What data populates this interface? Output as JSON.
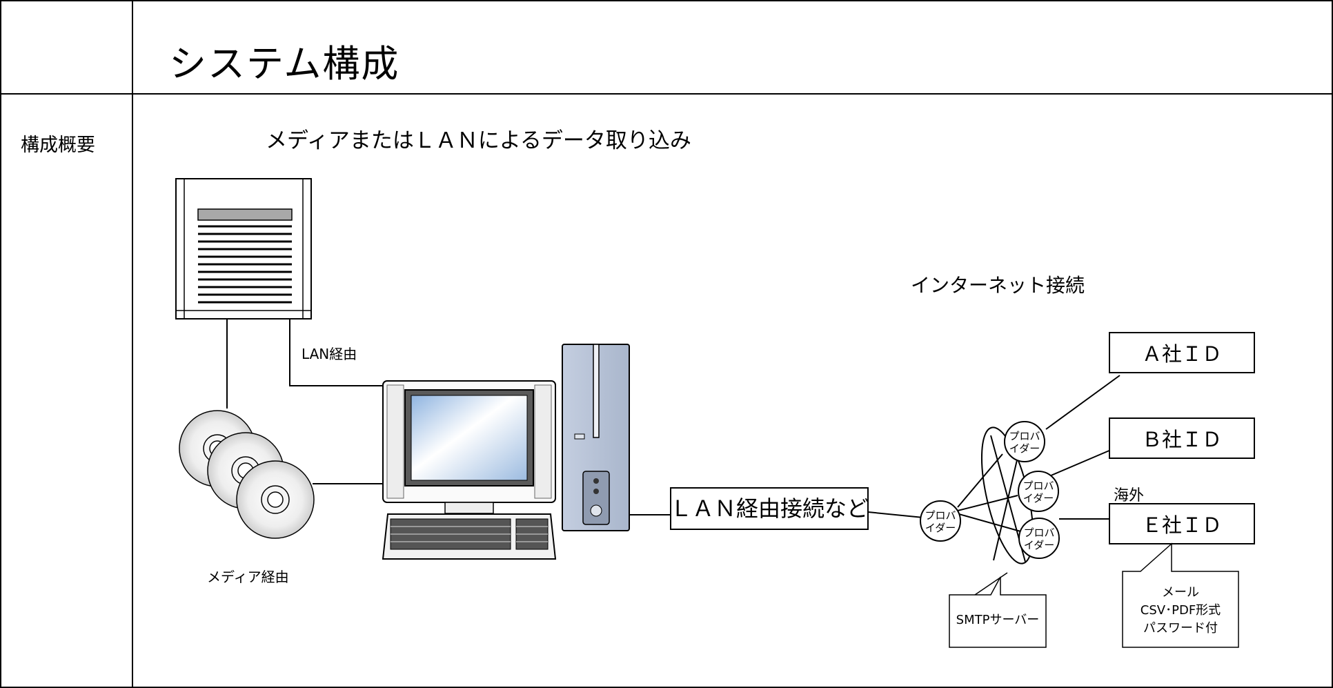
{
  "header": {
    "title": "システム構成"
  },
  "side": {
    "label": "構成概要"
  },
  "diagram": {
    "subtitle": "メディアまたはＬＡＮによるデータ取り込み",
    "lan_route": "LAN経由",
    "media_route": "メディア経由",
    "lan_connection": "ＬＡＮ経由接続など",
    "internet": "インターネット接続",
    "provider_line1": "プロバ",
    "provider_line2": "イダー",
    "smtp": "SMTPサーバー",
    "overseas": "海外",
    "ids": {
      "a": "Ａ社ＩＤ",
      "b": "Ｂ社ＩＤ",
      "e": "Ｅ社ＩＤ"
    },
    "note": {
      "line1": "メール",
      "line2": "CSV･PDF形式",
      "line3": "パスワード付"
    },
    "colors": {
      "pc_case": "#b8c3d6",
      "screen_edge": "#c8daf0",
      "line": "#000000"
    }
  }
}
